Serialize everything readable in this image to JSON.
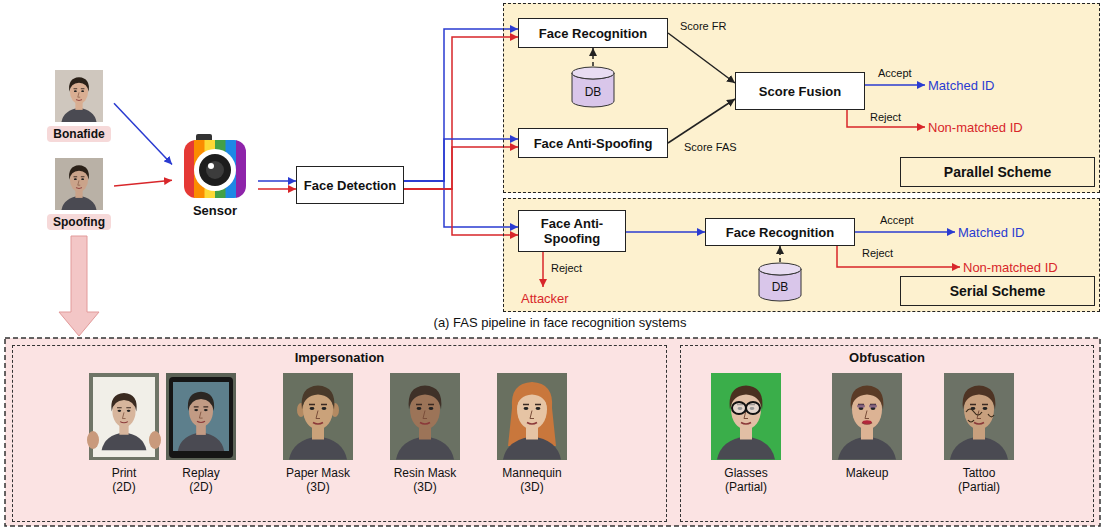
{
  "diagram": {
    "caption": "(a) FAS pipeline in face recognition systems",
    "nodes": [
      {
        "text": [
          "Bonafide"
        ]
      },
      {
        "text": [
          "Spoofing"
        ]
      },
      {
        "text": [
          "Sensor"
        ]
      },
      {
        "text": [
          "Face Detection"
        ]
      },
      {
        "text": [
          "Parallel Scheme"
        ]
      },
      {
        "text": [
          "Face Recognition"
        ],
        "in": 4
      },
      {
        "text": [
          "DB"
        ],
        "in": 4
      },
      {
        "text": [
          "Face Anti-Spoofing"
        ],
        "in": 4
      },
      {
        "text": [
          "Score Fusion"
        ],
        "in": 4
      },
      {
        "text": [
          "Matched ID"
        ],
        "in": 4
      },
      {
        "text": [
          "Non-matched ID"
        ],
        "in": 4
      },
      {
        "text": [
          "Serial Scheme"
        ]
      },
      {
        "text": [
          "Face Anti- Spoofing"
        ],
        "in": 11
      },
      {
        "text": [
          "Face Recognition"
        ],
        "in": 11
      },
      {
        "text": [
          "DB"
        ],
        "in": 11
      },
      {
        "text": [
          "Matched ID"
        ],
        "in": 11
      },
      {
        "text": [
          "Non-matched ID"
        ],
        "in": 11
      },
      {
        "text": [
          "Attacker"
        ],
        "in": 11
      },
      {
        "text": [
          "Impersonation"
        ]
      },
      {
        "text": [
          "Print (2D)"
        ],
        "in": 18
      },
      {
        "text": [
          "Replay (2D)"
        ],
        "in": 18
      },
      {
        "text": [
          "Paper Mask (3D)"
        ],
        "in": 18
      },
      {
        "text": [
          "Resin Mask (3D)"
        ],
        "in": 18
      },
      {
        "text": [
          "Mannequin (3D)"
        ],
        "in": 18
      },
      {
        "text": [
          "Obfuscation"
        ]
      },
      {
        "text": [
          "Glasses (Partial)"
        ],
        "in": 24
      },
      {
        "text": [
          "Makeup"
        ],
        "in": 24
      },
      {
        "text": [
          "Tattoo (Partial)"
        ],
        "in": 24
      }
    ],
    "edges": [
      {
        "from": 0,
        "to": 2,
        "arrow": "to"
      },
      {
        "from": 1,
        "to": 2,
        "arrow": "to"
      },
      {
        "from": 2,
        "to": 3,
        "arrow": "to"
      },
      {
        "from": 2,
        "to": 3,
        "arrow": "to"
      },
      {
        "from": 3,
        "to": 5,
        "arrow": "to"
      },
      {
        "from": 3,
        "to": 5,
        "arrow": "to"
      },
      {
        "from": 3,
        "to": 7,
        "arrow": "to"
      },
      {
        "from": 3,
        "to": 7,
        "arrow": "to"
      },
      {
        "from": 3,
        "to": 12,
        "arrow": "to"
      },
      {
        "from": 3,
        "to": 12,
        "arrow": "to"
      },
      {
        "from": 6,
        "to": 5,
        "arrow": "to"
      },
      {
        "from": 5,
        "to": 8,
        "arrow": "to",
        "label": "Score FR"
      },
      {
        "from": 7,
        "to": 8,
        "arrow": "to",
        "label": "Score FAS"
      },
      {
        "from": 8,
        "to": 9,
        "arrow": "to",
        "label": "Accept"
      },
      {
        "from": 8,
        "to": 10,
        "arrow": "to",
        "label": "Reject"
      },
      {
        "from": 12,
        "to": 13,
        "arrow": "to"
      },
      {
        "from": 12,
        "to": 17,
        "arrow": "to",
        "label": "Reject"
      },
      {
        "from": 14,
        "to": 13,
        "arrow": "to"
      },
      {
        "from": 13,
        "to": 15,
        "arrow": "to",
        "label": "Accept"
      },
      {
        "from": 13,
        "to": 16,
        "arrow": "to",
        "label": "Reject"
      }
    ]
  }
}
